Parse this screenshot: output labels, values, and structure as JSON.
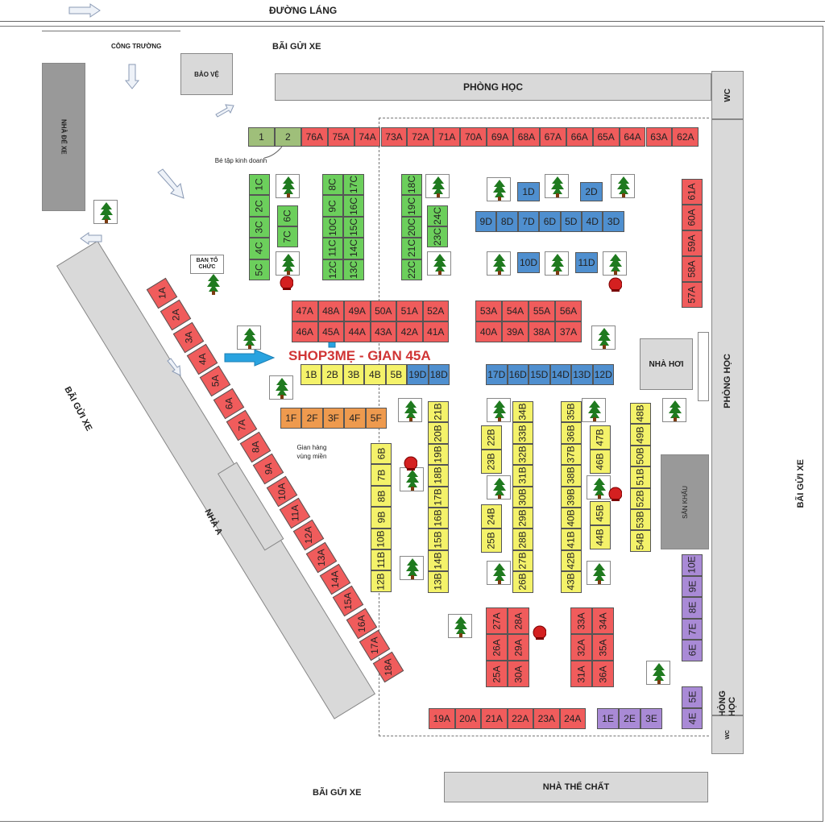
{
  "roads": {
    "top": "ĐƯỜNG LÁNG"
  },
  "parking": {
    "top": "BÃI GỬI XE",
    "left": "BÃI GỬI XE",
    "right": "BÃI GỬI XE",
    "bottom": "BÃI GỬI XE"
  },
  "buildings": {
    "cong_truong": "CÔNG TRƯỜNG",
    "bao_ve": "BẢO VỆ",
    "nha_de_xe": "NHÀ ĐỂ XE",
    "phong_hoc_top": "PHÒNG HỌC",
    "wc_top": "WC",
    "wc_bottom": "WC",
    "phong_hoc_right_1": "PHÒNG HỌC",
    "phong_hoc_right_2": "PHÒNG HỌC",
    "nha_hoi": "NHÀ HƠI",
    "san_khau": "SÂN KHẤU",
    "nha_a": "NHÀ A",
    "nha_the_chat": "NHÀ THỂ CHẤT",
    "ban_to_chuc": "BAN TỔ CHỨC"
  },
  "notes": {
    "be_tap": "Bé tập kinh doanh",
    "gian_hang": "Gian hàng vùng miền"
  },
  "highlight": {
    "title": "SHOP3MẸ - GIAN 45A"
  },
  "stalls": {
    "top_row": [
      "1",
      "2",
      "76A",
      "75A",
      "74A",
      "73A",
      "72A",
      "71A",
      "70A",
      "69A",
      "68A",
      "67A",
      "66A",
      "65A",
      "64A",
      "63A",
      "62A"
    ],
    "c_col1": [
      "1C",
      "2C",
      "3C",
      "4C",
      "5C"
    ],
    "c_col2": [
      "6C",
      "7C"
    ],
    "c_block_a": [
      "8C",
      "9C",
      "10C",
      "11C",
      "12C"
    ],
    "c_block_b": [
      "17C",
      "16C",
      "15C",
      "14C",
      "13C"
    ],
    "c_block_c": [
      "18C",
      "19C",
      "20C",
      "21C",
      "22C"
    ],
    "c_block_d": [
      "24C",
      "23C"
    ],
    "d_top": [
      "1D",
      "2D"
    ],
    "d_row": [
      "9D",
      "8D",
      "7D",
      "6D",
      "5D",
      "4D",
      "3D"
    ],
    "d_mid": [
      "10D",
      "11D"
    ],
    "a_right": [
      "61A",
      "60A",
      "59A",
      "58A",
      "57A"
    ],
    "a_47_row": [
      "47A",
      "48A",
      "49A",
      "50A",
      "51A",
      "52A"
    ],
    "a_46_row": [
      "46A",
      "45A",
      "44A",
      "43A",
      "42A",
      "41A"
    ],
    "a_53_row": [
      "53A",
      "54A",
      "55A",
      "56A"
    ],
    "a_40_row": [
      "40A",
      "39A",
      "38A",
      "37A"
    ],
    "b_row": [
      "1B",
      "2B",
      "3B",
      "4B",
      "5B"
    ],
    "d_19": [
      "19D",
      "18D"
    ],
    "d_17": [
      "17D",
      "16D",
      "15D",
      "14D",
      "13D",
      "12D"
    ],
    "f_row": [
      "1F",
      "2F",
      "3F",
      "4F",
      "5F"
    ],
    "a_diag": [
      "1A",
      "2A",
      "3A",
      "4A",
      "5A",
      "6A",
      "7A",
      "8A",
      "9A",
      "10A",
      "11A",
      "12A",
      "13A",
      "14A",
      "15A",
      "16A",
      "17A",
      "18A"
    ],
    "b_col1": [
      "6B",
      "7B",
      "8B",
      "9B",
      "10B",
      "11B",
      "12B"
    ],
    "b_col2": [
      "21B",
      "20B",
      "19B",
      "18B",
      "17B",
      "16B",
      "15B",
      "14B",
      "13B"
    ],
    "b_col3": [
      "22B",
      "23B"
    ],
    "b_col4": [
      "24B",
      "25B"
    ],
    "b_col5": [
      "34B",
      "33B",
      "32B",
      "31B",
      "30B",
      "29B",
      "28B",
      "27B",
      "26B"
    ],
    "b_col6": [
      "35B",
      "36B",
      "37B",
      "38B",
      "39B",
      "40B",
      "41B",
      "42B",
      "43B"
    ],
    "b_col7": [
      "47B",
      "46B"
    ],
    "b_col8": [
      "45B",
      "44B"
    ],
    "b_col9": [
      "48B",
      "49B",
      "50B",
      "51B",
      "52B",
      "53B",
      "54B"
    ],
    "e_col": [
      "10E",
      "9E",
      "8E",
      "7E",
      "6E"
    ],
    "e_col2": [
      "5E",
      "4E"
    ],
    "a_26_block": [
      "27A",
      "28A",
      "26A",
      "29A",
      "25A",
      "30A"
    ],
    "a_33_block": [
      "33A",
      "34A",
      "32A",
      "35A",
      "31A",
      "36A"
    ],
    "a_bottom": [
      "19A",
      "20A",
      "21A",
      "22A",
      "23A",
      "24A"
    ],
    "e_bottom": [
      "1E",
      "2E",
      "3E"
    ]
  },
  "colors": {
    "red_stall": "#f05c5c",
    "green_stall": "#6ccf5c",
    "blue_stall": "#4f8fcf",
    "yellow_stall": "#f4f26a",
    "orange_stall": "#ee9a4e",
    "purple_stall": "#a98ad6",
    "highlight_arrow": "#29a3e0",
    "title_red": "#d03535"
  }
}
